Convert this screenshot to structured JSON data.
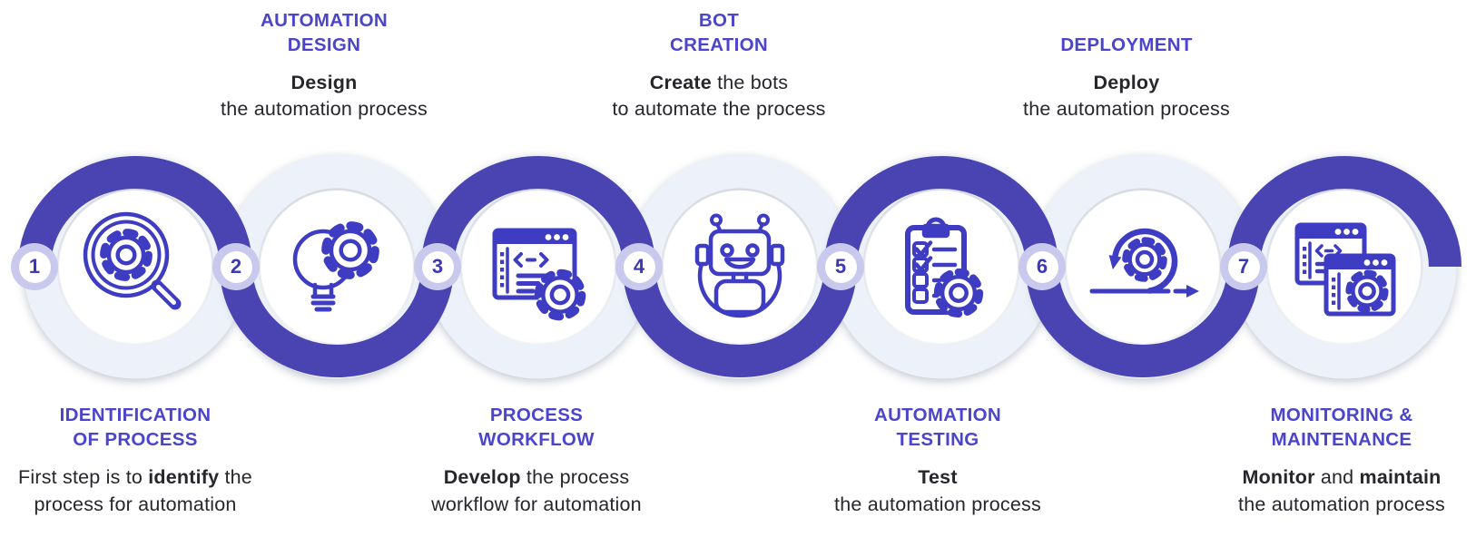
{
  "diagram": {
    "colors": {
      "wave": "#4a44b3",
      "halo": "#edf1f9",
      "icon_stroke": "#3e3cc2",
      "heading": "#4b45cc",
      "step_number": "#3c38b6",
      "badge_halo": "#c9c8ed",
      "body_text": "#26262c",
      "background": "#ffffff"
    },
    "steps": [
      {
        "number": "1",
        "label_position": "bottom",
        "title_lines": [
          "IDENTIFICATION",
          "OF PROCESS"
        ],
        "description_lines": [
          [
            {
              "text": "First step is to "
            },
            {
              "text": "identify",
              "bold": true
            },
            {
              "text": " the"
            }
          ],
          [
            {
              "text": "process for automation"
            }
          ]
        ],
        "icon": "magnifier-gear-icon"
      },
      {
        "number": "2",
        "label_position": "top",
        "title_lines": [
          "AUTOMATION",
          "DESIGN"
        ],
        "description_lines": [
          [
            {
              "text": "Design",
              "bold": true
            }
          ],
          [
            {
              "text": "the automation process"
            }
          ]
        ],
        "icon": "lightbulb-gear-icon"
      },
      {
        "number": "3",
        "label_position": "bottom",
        "title_lines": [
          "PROCESS",
          "WORKFLOW"
        ],
        "description_lines": [
          [
            {
              "text": "Develop",
              "bold": true
            },
            {
              "text": " the process"
            }
          ],
          [
            {
              "text": "workflow for automation"
            }
          ]
        ],
        "icon": "code-window-gear-icon"
      },
      {
        "number": "4",
        "label_position": "top",
        "title_lines": [
          "BOT",
          "CREATION"
        ],
        "description_lines": [
          [
            {
              "text": "Create",
              "bold": true
            },
            {
              "text": " the bots"
            }
          ],
          [
            {
              "text": "to automate the process"
            }
          ]
        ],
        "icon": "robot-icon"
      },
      {
        "number": "5",
        "label_position": "bottom",
        "title_lines": [
          "AUTOMATION",
          "TESTING"
        ],
        "description_lines": [
          [
            {
              "text": "Test",
              "bold": true
            }
          ],
          [
            {
              "text": "the automation process"
            }
          ]
        ],
        "icon": "checklist-gear-icon"
      },
      {
        "number": "6",
        "label_position": "top",
        "title_lines": [
          "DEPLOYMENT"
        ],
        "description_lines": [
          [
            {
              "text": "Deploy",
              "bold": true
            }
          ],
          [
            {
              "text": "the automation process"
            }
          ]
        ],
        "icon": "sprint-gear-icon"
      },
      {
        "number": "7",
        "label_position": "bottom",
        "title_lines": [
          "MONITORING &",
          "MAINTENANCE"
        ],
        "description_lines": [
          [
            {
              "text": "Monitor",
              "bold": true
            },
            {
              "text": " and "
            },
            {
              "text": "maintain",
              "bold": true
            }
          ],
          [
            {
              "text": "the automation process"
            }
          ]
        ],
        "icon": "dual-window-gear-icon"
      }
    ]
  }
}
